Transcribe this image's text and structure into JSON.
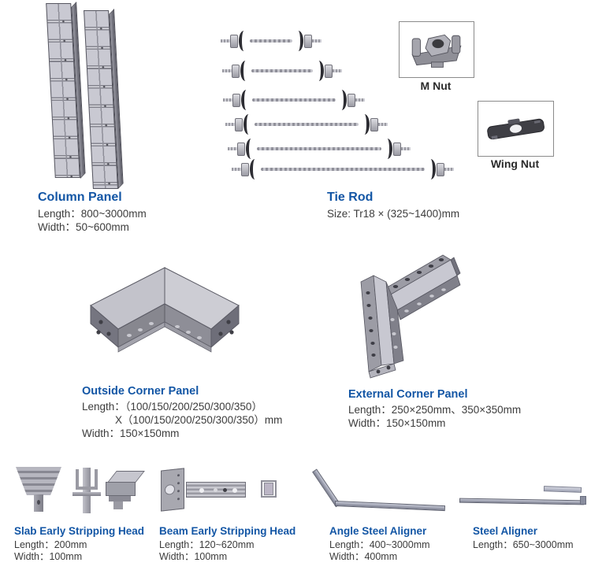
{
  "colors": {
    "accent_blue": "#1356a5",
    "body_text": "#3c3c3c",
    "product_gray": "#c9c9d2",
    "dark_metal": "#3f3f45"
  },
  "products": {
    "column_panel": {
      "title": "Column Panel",
      "specs": [
        "Length：800~3000mm",
        "Width：50~600mm"
      ]
    },
    "tie_rod": {
      "title": "Tie Rod",
      "specs": [
        "Size: Tr18 × (325~1400)mm"
      ]
    },
    "m_nut": {
      "label": "M Nut"
    },
    "wing_nut": {
      "label": "Wing Nut"
    },
    "outside_corner_panel": {
      "title": "Outside Corner Panel",
      "specs": [
        "Length：（100/150/200/250/300/350）",
        "X（100/150/200/250/300/350）mm",
        "Width：150×150mm"
      ]
    },
    "external_corner_panel": {
      "title": "External Corner Panel",
      "specs": [
        "Length：250×250mm、350×350mm",
        "Width：150×150mm"
      ]
    },
    "slab_early_stripping_head": {
      "title": "Slab Early Stripping Head",
      "specs": [
        "Length：200mm",
        "Width：100mm"
      ]
    },
    "beam_early_stripping_head": {
      "title": "Beam Early Stripping Head",
      "specs": [
        "Length：120~620mm",
        "Width：100mm"
      ]
    },
    "angle_steel_aligner": {
      "title": "Angle Steel Aligner",
      "specs": [
        "Length：400~3000mm",
        "Width：400mm"
      ]
    },
    "steel_aligner": {
      "title": "Steel Aligner",
      "specs": [
        "Length：650~3000mm"
      ]
    }
  }
}
